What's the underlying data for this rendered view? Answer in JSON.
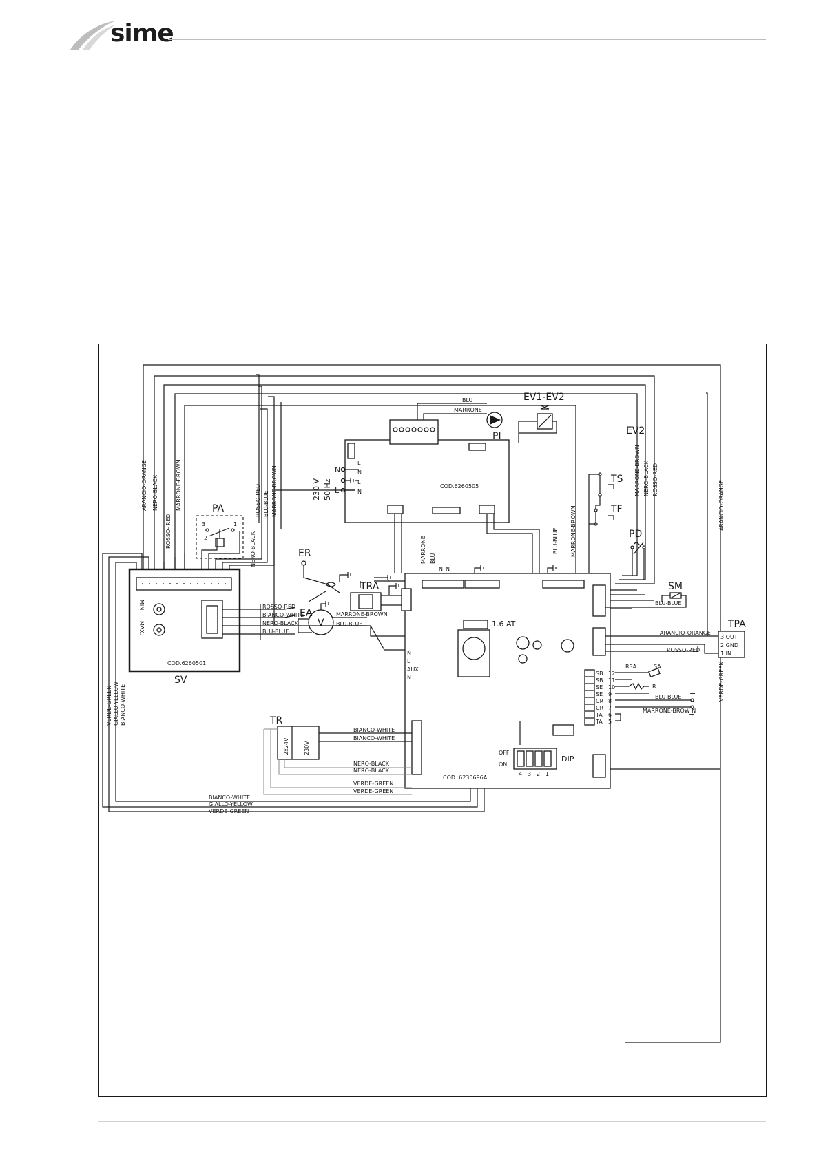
{
  "header": {
    "brand": "sime"
  },
  "diagram": {
    "components": {
      "PA": "PA",
      "SV": "SV",
      "PI": "PI",
      "EV": "EV1-EV2",
      "EV2": "EV2",
      "TS": "TS",
      "TF": "TF",
      "PD": "PD",
      "ER": "ER",
      "EA": "EA",
      "TRA": "TRA",
      "TR": "TR",
      "SM": "SM",
      "TPA": "TPA",
      "V": "V",
      "RSA": "RSA",
      "SA": "SA",
      "R": "R",
      "DIP": "DIP",
      "OFF": "OFF",
      "ON": "ON",
      "MIN": "MIN.",
      "MAX": "MAX."
    },
    "codes": {
      "board_main": "COD. 6230696A",
      "board_upper": "COD.6260505",
      "board_sv": "COD.6260501"
    },
    "supply": {
      "voltage": "230 V",
      "freq": "50 Hz",
      "N": "N",
      "L": "L"
    },
    "fuse": "1.6 AT",
    "tr_labels": {
      "v24": "2x24V",
      "v230": "230V"
    },
    "dip_numbers": [
      "4",
      "3",
      "2",
      "1"
    ],
    "pa_terms": {
      "t3": "3",
      "t1": "1",
      "t2": "2"
    },
    "upper_pins": [
      "L",
      "N",
      "L",
      "N"
    ],
    "main_pins": [
      "N",
      "L",
      "AUX",
      "N"
    ],
    "n_labels": {
      "n1": "N",
      "n2": "N"
    },
    "tpa_terms": [
      "3 OUT",
      "2 GND",
      "1  IN"
    ],
    "terminals": [
      {
        "code": "SB",
        "num": "12"
      },
      {
        "code": "SB",
        "num": "11"
      },
      {
        "code": "SE",
        "num": "10"
      },
      {
        "code": "SE",
        "num": "9"
      },
      {
        "code": "CR",
        "num": "8"
      },
      {
        "code": "CR",
        "num": "7"
      },
      {
        "code": "TA",
        "num": "6"
      },
      {
        "code": "TA",
        "num": "5"
      }
    ],
    "signs": {
      "minus": "−",
      "plus": "+"
    },
    "wires": {
      "arancio_orange": "ARANCIO-ORANGE",
      "nero_black": "NERO-BLACK",
      "marrone_brown": "MARRONE-BROWN",
      "rosso_red": "ROSSO- RED",
      "rosso_red2": "ROSSO-RED",
      "blu_blue": "BLU-BLUE",
      "blu": "BLU",
      "marrone": "MARRONE",
      "bianco_white": "BIANCO-WHITE",
      "giallo_yellow": "GIALLO-YELLOW",
      "verde_green": "VERDE-GREEN",
      "arancio_orange2": "ARANCIO-ORANGE",
      "marrone_brown_n": "MARRONE-BROW N"
    }
  }
}
